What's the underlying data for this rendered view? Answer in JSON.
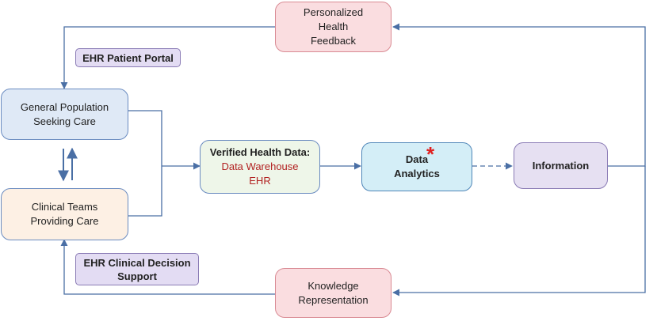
{
  "nodes": {
    "feedback": {
      "lines": [
        "Personalized",
        "Health",
        "Feedback"
      ]
    },
    "population": {
      "lines": [
        "General Population",
        "Seeking Care"
      ]
    },
    "clinical": {
      "lines": [
        "Clinical Teams",
        "Providing Care"
      ]
    },
    "verified": {
      "title": "Verified Health Data:",
      "lines": [
        "Data Warehouse",
        "EHR"
      ]
    },
    "analytics": {
      "lines": [
        "Data",
        "Analytics"
      ],
      "marker": "*"
    },
    "information": {
      "label": "Information"
    },
    "knowledge": {
      "lines": [
        "Knowledge",
        "Representation"
      ]
    }
  },
  "labels": {
    "portal": {
      "lines": [
        "EHR Patient Portal"
      ]
    },
    "decision": {
      "lines": [
        "EHR Clinical Decision",
        "Support"
      ]
    }
  },
  "colors": {
    "line": "#4a6fa5",
    "asterisk": "#e02020",
    "warehouse_text": "#b22222"
  }
}
